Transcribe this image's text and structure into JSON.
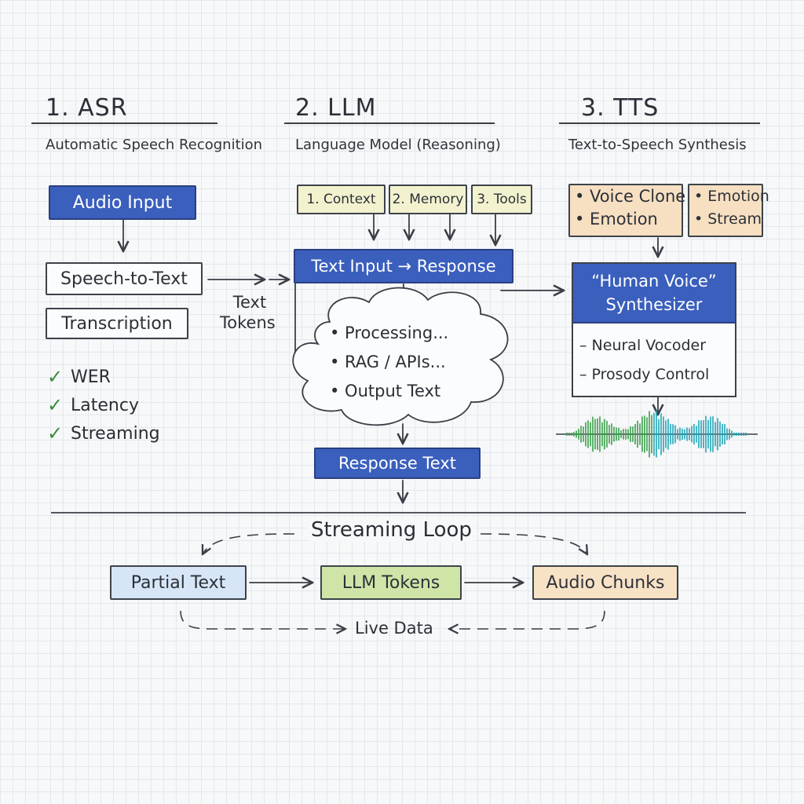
{
  "asr": {
    "heading": "1. ASR",
    "subtitle": "Automatic Speech Recognition",
    "audio_input": "Audio Input",
    "speech_to_text": "Speech-to-Text",
    "transcription": "Transcription",
    "text_tokens_line1": "Text",
    "text_tokens_line2": "Tokens",
    "metrics": [
      "WER",
      "Latency",
      "Streaming"
    ]
  },
  "llm": {
    "heading": "2. LLM",
    "subtitle": "Language Model (Reasoning)",
    "tabs": [
      "1. Context",
      "2. Memory",
      "3. Tools"
    ],
    "text_input_response": "Text Input → Response",
    "cloud_items": [
      "• Processing...",
      "• RAG / APIs...",
      "• Output Text"
    ],
    "response_text": "Response Text"
  },
  "tts": {
    "heading": "3. TTS",
    "subtitle": "Text-to-Speech Synthesis",
    "features_left": [
      "• Voice Clone",
      "• Emotion"
    ],
    "features_right": [
      "• Emotion",
      "• Stream"
    ],
    "synth_title_line1": "“Human Voice”",
    "synth_title_line2": "Synthesizer",
    "synth_items": [
      "–  Neural Vocoder",
      "–  Prosody Control"
    ]
  },
  "loop": {
    "title": "Streaming Loop",
    "partial_text": "Partial Text",
    "llm_tokens": "LLM Tokens",
    "audio_chunks": "Audio Chunks",
    "live_data": "Live Data"
  },
  "colors": {
    "blue_box": "#3a5fbd",
    "check_green": "#3a8a3c",
    "wave_green": "#3aa04a",
    "wave_teal": "#22a6b8"
  }
}
